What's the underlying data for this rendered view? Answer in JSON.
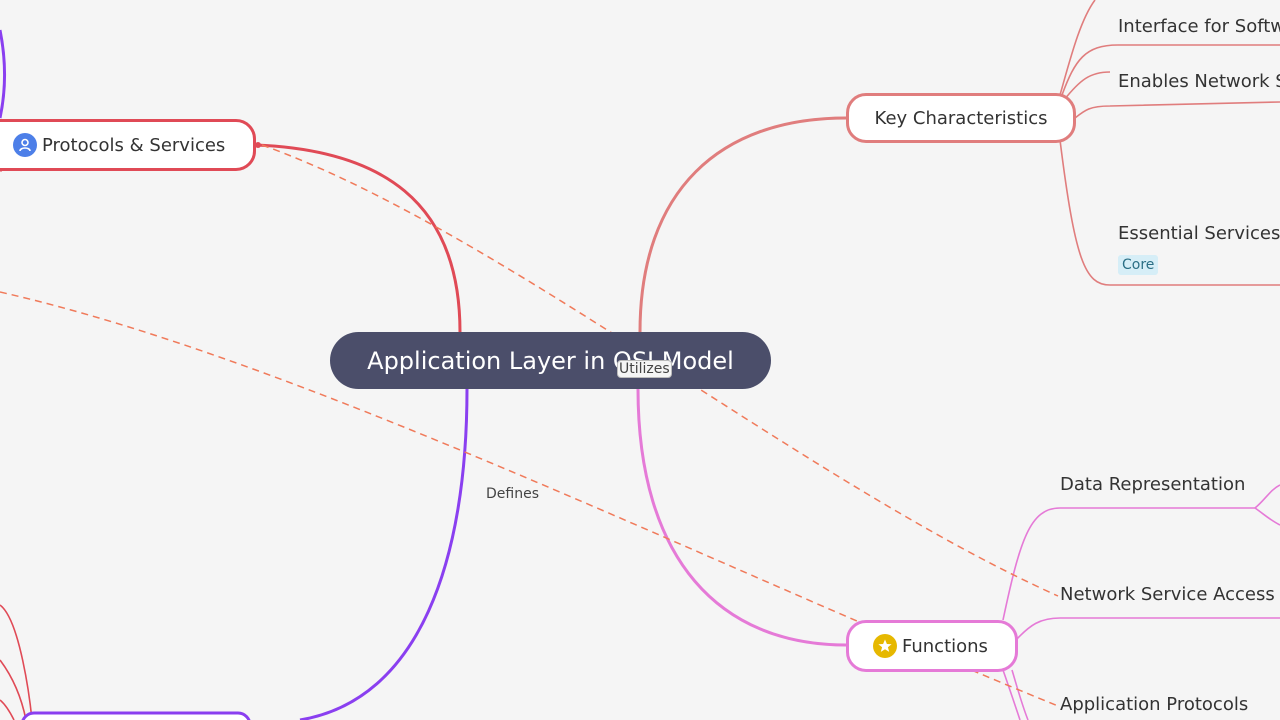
{
  "diagram": {
    "root": "Application Layer in OSI Model",
    "branches": {
      "protocols": {
        "label": "Protocols & Services",
        "color": "#e04a56",
        "icon": "user-icon"
      },
      "characteristics": {
        "label": "Key Characteristics",
        "color": "#e07d7d"
      },
      "functions": {
        "label": "Functions",
        "color": "#e57ad7",
        "icon": "star-icon"
      },
      "lower_left": {
        "color": "#8a3ff0"
      }
    },
    "characteristics_leaves": [
      "Interface for Softw",
      "Enables Network S",
      "Essential Services"
    ],
    "characteristics_tag": "Core",
    "functions_leaves": [
      "Data Representation",
      "Network Service Access",
      "Application Protocols"
    ],
    "connections": {
      "utilizes": "Utilizes",
      "defines": "Defines",
      "color": "#f07a5a"
    }
  }
}
